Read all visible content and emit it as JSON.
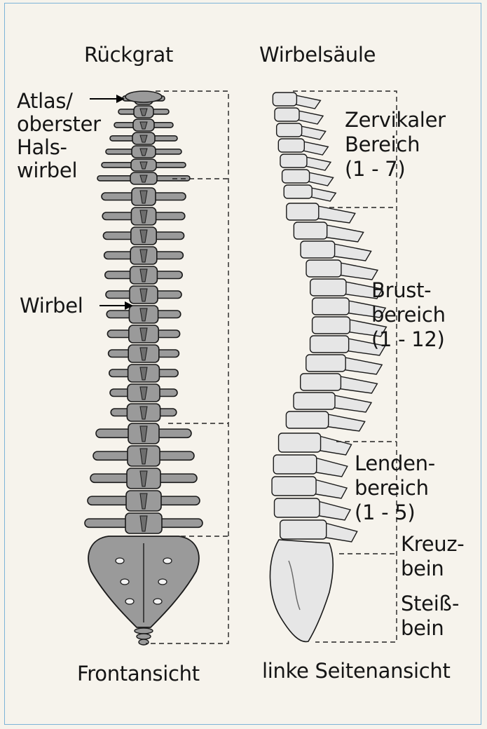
{
  "headings": {
    "left": "Rückgrat",
    "right": "Wirbelsäule"
  },
  "views": {
    "front": "Frontansicht",
    "side": "linke Seitenansicht"
  },
  "callouts": {
    "atlas": [
      "Atlas/",
      "oberster",
      "Hals-",
      "wirbel"
    ],
    "wirbel": "Wirbel"
  },
  "regions": {
    "cervical": [
      "Zervikaler",
      "Bereich",
      "(1 - 7)"
    ],
    "thoracic": [
      "Brust-",
      "bereich",
      "(1 - 12)"
    ],
    "lumbar": [
      "Lenden-",
      "bereich",
      "(1 - 5)"
    ],
    "sacrum": [
      "Kreuz-",
      "bein"
    ],
    "coccyx": [
      "Steiß-",
      "bein"
    ]
  },
  "colors": {
    "bone_front": "#9a9a9a",
    "bone_side": "#e6e6e6",
    "outline": "#1a1a1a",
    "frame": "#7db3d8"
  }
}
